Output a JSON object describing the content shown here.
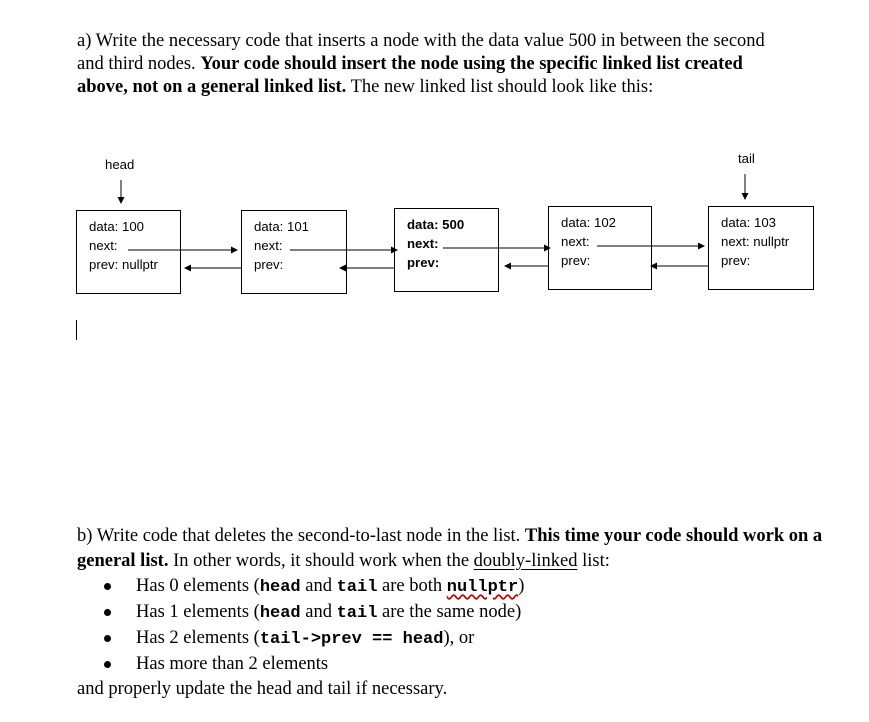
{
  "part_a": {
    "intro": "a) Write the necessary code that inserts a node with the data value 500 in between the second and third nodes.",
    "bold": "Your code should insert the node using the specific linked list created above, not on a general linked list.",
    "outro": "The new linked list should look like this:"
  },
  "diagram": {
    "head_label": "head",
    "tail_label": "tail",
    "nodes": [
      {
        "data": "data: 100",
        "next": "next:",
        "prev": "prev: nullptr"
      },
      {
        "data": "data: 101",
        "next": "next:",
        "prev": "prev:"
      },
      {
        "data": "data: 500",
        "next": "next:",
        "prev": "prev:"
      },
      {
        "data": "data: 102",
        "next": "next:",
        "prev": "prev:"
      },
      {
        "data": "data: 103",
        "next": "next: nullptr",
        "prev": "prev:"
      }
    ]
  },
  "part_b": {
    "intro": "b) Write code that deletes the second-to-last node in the list.",
    "bold": "This time your code should work on a general list.",
    "mid": "In other words, it should work when the",
    "underlined": "doubly-linked",
    "after": "list:",
    "bullets": [
      {
        "pre": "Has 0 elements (",
        "code1": "head",
        "mid": " and ",
        "code2": "tail",
        "mid2": " are both ",
        "code3": "nullptr",
        "post": ")"
      },
      {
        "pre": "Has 1 elements (",
        "code1": "head",
        "mid": " and ",
        "code2": "tail",
        "post": " are the same node)"
      },
      {
        "pre": "Has 2 elements (",
        "code": "tail->prev == head",
        "post": "), or"
      },
      {
        "text": "Has more than 2 elements"
      }
    ],
    "closing": "and properly update the head and tail if necessary."
  }
}
